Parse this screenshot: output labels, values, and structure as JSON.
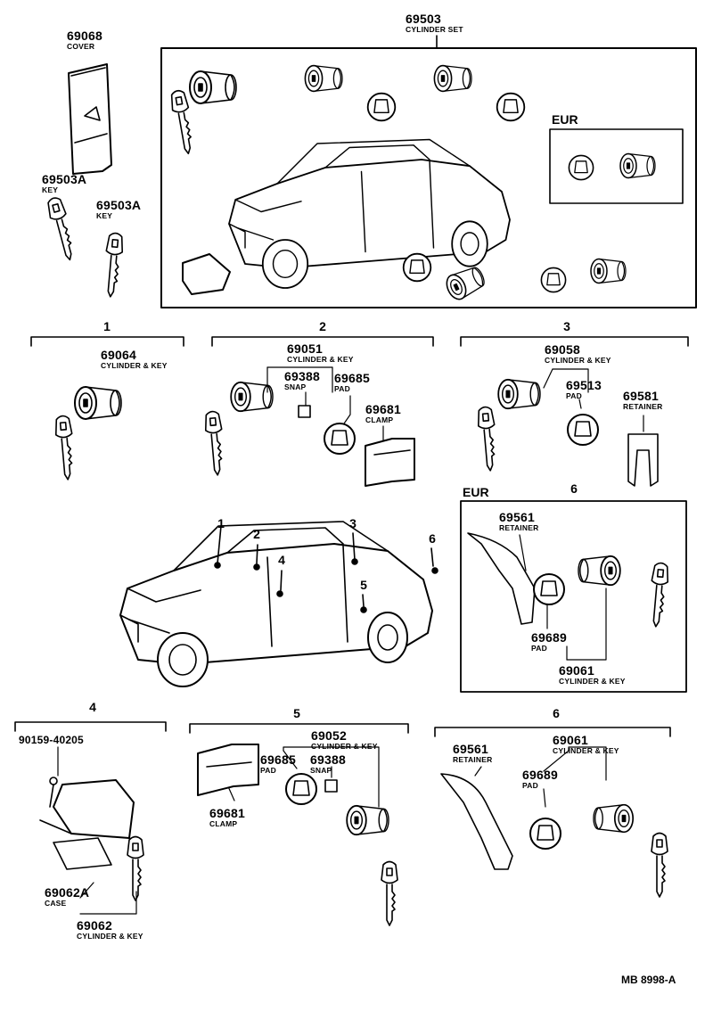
{
  "diagram": {
    "sheet_code": "MB 8998-A",
    "region_label": "EUR",
    "section_numbers": [
      "1",
      "2",
      "3",
      "4",
      "5",
      "6"
    ],
    "parts": [
      {
        "id": "p69068",
        "number": "69068",
        "desc": "COVER"
      },
      {
        "id": "p69503",
        "number": "69503",
        "desc": "CYLINDER SET"
      },
      {
        "id": "p69503A_1",
        "number": "69503A",
        "desc": "KEY"
      },
      {
        "id": "p69503A_2",
        "number": "69503A",
        "desc": "KEY"
      },
      {
        "id": "p69064",
        "number": "69064",
        "desc": "CYLINDER & KEY"
      },
      {
        "id": "p69051",
        "number": "69051",
        "desc": "CYLINDER & KEY"
      },
      {
        "id": "p69388_2",
        "number": "69388",
        "desc": "SNAP"
      },
      {
        "id": "p69685_2",
        "number": "69685",
        "desc": "PAD"
      },
      {
        "id": "p69681_2",
        "number": "69681",
        "desc": "CLAMP"
      },
      {
        "id": "p69058",
        "number": "69058",
        "desc": "CYLINDER & KEY"
      },
      {
        "id": "p69513",
        "number": "69513",
        "desc": "PAD"
      },
      {
        "id": "p69581",
        "number": "69581",
        "desc": "RETAINER"
      },
      {
        "id": "p69561_eur",
        "number": "69561",
        "desc": "RETAINER"
      },
      {
        "id": "p69689_eur",
        "number": "69689",
        "desc": "PAD"
      },
      {
        "id": "p69061_eur",
        "number": "69061",
        "desc": "CYLINDER & KEY"
      },
      {
        "id": "p90159",
        "number": "90159-40205",
        "desc": ""
      },
      {
        "id": "p69062A",
        "number": "69062A",
        "desc": "CASE"
      },
      {
        "id": "p69062",
        "number": "69062",
        "desc": "CYLINDER & KEY"
      },
      {
        "id": "p69052",
        "number": "69052",
        "desc": "CYLINDER & KEY"
      },
      {
        "id": "p69685_5",
        "number": "69685",
        "desc": "PAD"
      },
      {
        "id": "p69388_5",
        "number": "69388",
        "desc": "SNAP"
      },
      {
        "id": "p69681_5",
        "number": "69681",
        "desc": "CLAMP"
      },
      {
        "id": "p69561_6",
        "number": "69561",
        "desc": "RETAINER"
      },
      {
        "id": "p69061_6",
        "number": "69061",
        "desc": "CYLINDER & KEY"
      },
      {
        "id": "p69689_6",
        "number": "69689",
        "desc": "PAD"
      }
    ]
  }
}
